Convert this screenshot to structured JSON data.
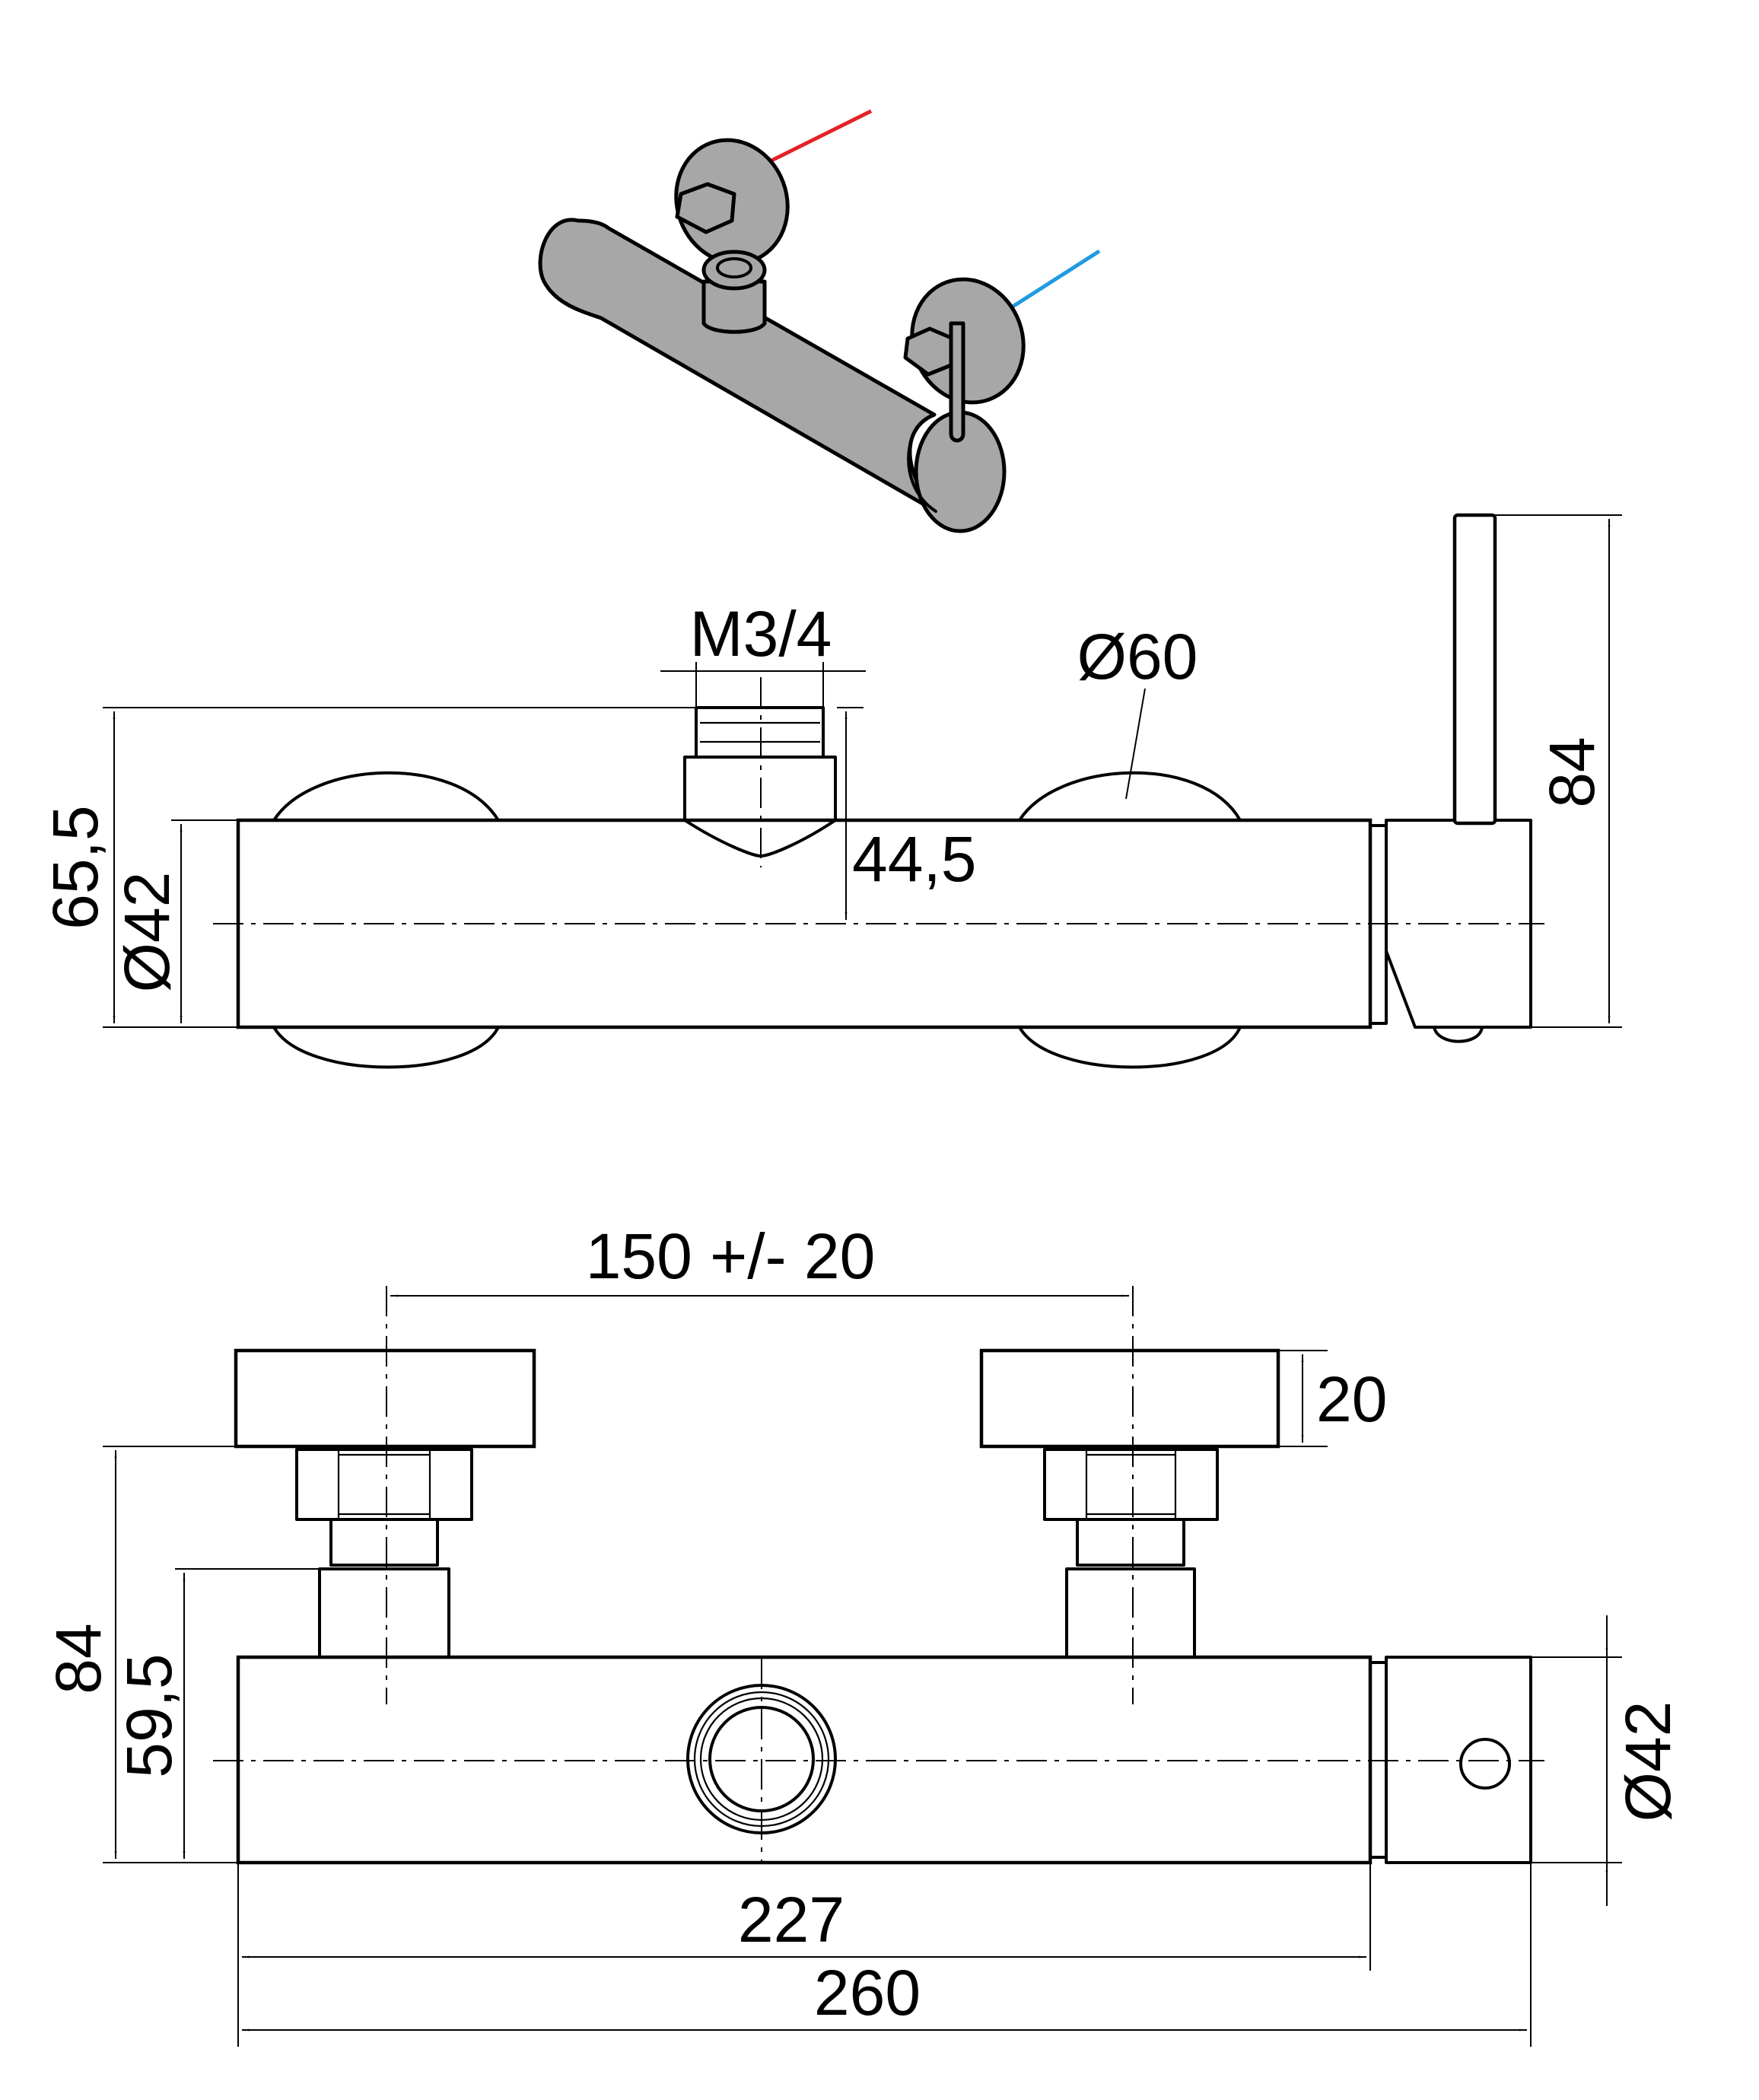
{
  "colors": {
    "hot_pipe": "#e32229",
    "cold_pipe": "#1f9be0",
    "body_gray": "#a7a7a7"
  },
  "side_view": {
    "thread_label": "M3/4",
    "wall_plate_label": "Ø60",
    "total_depth_label": "65,5",
    "body_diameter_label": "Ø42",
    "outlet_height_label": "44,5",
    "handle_height_label": "84"
  },
  "top_view": {
    "centers_label": "150 +/- 20",
    "plate_thickness_label": "20",
    "total_depth_label": "84",
    "body_depth_label": "59,5",
    "body_length_label": "227",
    "overall_length_label": "260",
    "body_diameter_label": "Ø42"
  }
}
